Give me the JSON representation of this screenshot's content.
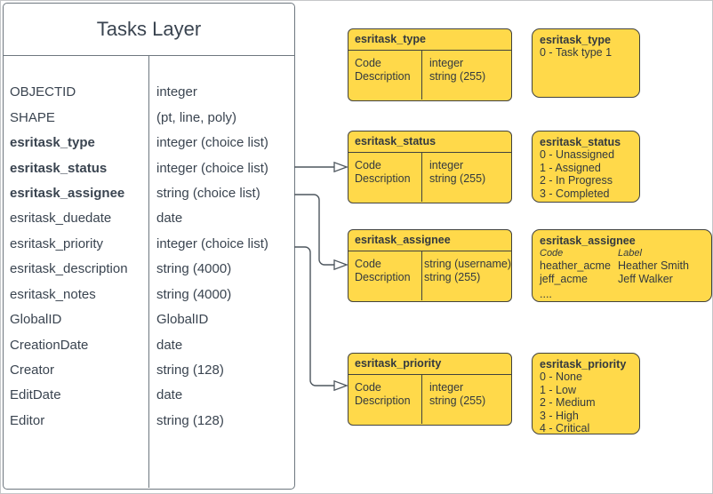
{
  "diagram": {
    "tasks_layer": {
      "title": "Tasks Layer",
      "fields": [
        {
          "name": "OBJECTID",
          "type": "integer"
        },
        {
          "name": "SHAPE",
          "type": "(pt, line, poly)"
        },
        {
          "name": "esritask_type",
          "type": "integer (choice list)"
        },
        {
          "name": "esritask_status",
          "type": "integer (choice list)"
        },
        {
          "name": "esritask_assignee",
          "type": "string (choice list)"
        },
        {
          "name": "esritask_duedate",
          "type": "date"
        },
        {
          "name": "esritask_priority",
          "type": "integer (choice list)"
        },
        {
          "name": "esritask_description",
          "type": "string (4000)"
        },
        {
          "name": "esritask_notes",
          "type": "string (4000)"
        },
        {
          "name": "GlobalID",
          "type": "GlobalID"
        },
        {
          "name": "CreationDate",
          "type": "date"
        },
        {
          "name": "Creator",
          "type": "string (128)"
        },
        {
          "name": "EditDate",
          "type": "date"
        },
        {
          "name": "Editor",
          "type": "string (128)"
        }
      ]
    },
    "domain_tables": [
      {
        "title": "esritask_type",
        "rows": [
          {
            "field": "Code",
            "type": "integer"
          },
          {
            "field": "Description",
            "type": "string (255)"
          }
        ]
      },
      {
        "title": "esritask_status",
        "rows": [
          {
            "field": "Code",
            "type": "integer"
          },
          {
            "field": "Description",
            "type": "string (255)"
          }
        ]
      },
      {
        "title": "esritask_assignee",
        "rows": [
          {
            "field": "Code",
            "type": "string (username)"
          },
          {
            "field": "Description",
            "type": "string (255)"
          }
        ]
      },
      {
        "title": "esritask_priority",
        "rows": [
          {
            "field": "Code",
            "type": "integer"
          },
          {
            "field": "Description",
            "type": "string (255)"
          }
        ]
      }
    ],
    "value_lists": [
      {
        "title": "esritask_type",
        "items": [
          "0 - Task type 1"
        ]
      },
      {
        "title": "esritask_status",
        "items": [
          "0 - Unassigned",
          "1 - Assigned",
          "2 - In Progress",
          "3 - Completed"
        ]
      },
      {
        "title": "esritask_assignee",
        "col_headers": {
          "code": "Code",
          "label": "Label"
        },
        "rows": [
          {
            "code": "heather_acme",
            "label": "Heather Smith"
          },
          {
            "code": "jeff_acme",
            "label": "Jeff Walker"
          }
        ],
        "ellipsis": "...."
      },
      {
        "title": "esritask_priority",
        "items": [
          "0 - None",
          "1 - Low",
          "2 - Medium",
          "3 - High",
          "4 - Critical"
        ]
      }
    ]
  },
  "colors": {
    "box_fill": "#FFD94A",
    "box_border": "#41423E",
    "text": "#3A4450",
    "box_text": "#33393F",
    "layer_border": "#6E777F",
    "connector": "#4D565E",
    "canvas_border": "#C5C7C9"
  }
}
